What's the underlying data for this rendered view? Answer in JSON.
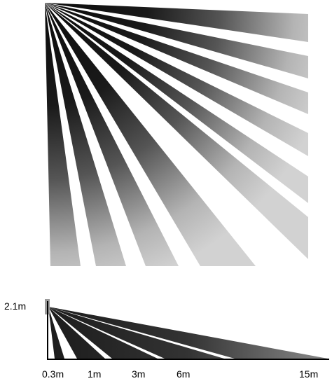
{
  "height_label": "2.1m",
  "distance_labels": [
    "0.3m",
    "1m",
    "3m",
    "6m",
    "15m"
  ],
  "colors": {
    "beam_dark": "#0b0b0b",
    "beam_mid": "#555555",
    "beam_light": "#d2d2d2",
    "sensor": "#9a9a9a",
    "axis": "#000000"
  }
}
